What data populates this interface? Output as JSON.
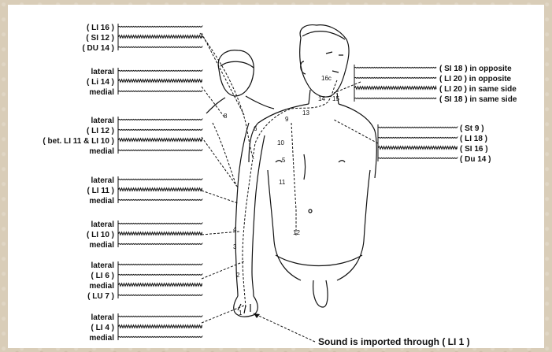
{
  "left_groups": [
    {
      "labels": [
        "( LI 16 )",
        "( SI 12 )",
        "( DU 14 )"
      ]
    },
    {
      "labels": [
        "lateral",
        "( Li 14 )",
        "medial"
      ]
    },
    {
      "labels": [
        "lateral",
        "( LI 12 )",
        "( bet. LI 11 & LI 10 )",
        "medial"
      ]
    },
    {
      "labels": [
        "lateral",
        "( LI 11 )",
        "medial"
      ]
    },
    {
      "labels": [
        "lateral",
        "( LI 10 )",
        "medial"
      ]
    },
    {
      "labels": [
        "lateral",
        "( LI 6 )",
        "medial",
        "( LU 7 )"
      ]
    },
    {
      "labels": [
        "lateral",
        "( LI 4 )",
        "medial"
      ]
    }
  ],
  "right_groups": [
    {
      "labels": [
        "( SI 18 ) in opposite",
        "( LI 20 ) in opposite",
        "( LI 20 ) in same side",
        "( SI 18 ) in same side"
      ]
    },
    {
      "labels": [
        "( St 9 )",
        "( LI 18 )",
        "( SI 16 )",
        "( Du 14 )"
      ]
    }
  ],
  "point_numbers": [
    "1",
    "2",
    "3",
    "4",
    "5",
    "6",
    "8",
    "9",
    "10",
    "11",
    "12",
    "13",
    "14",
    "15",
    "16c"
  ],
  "caption": "Sound is imported through ( LI 1 )"
}
